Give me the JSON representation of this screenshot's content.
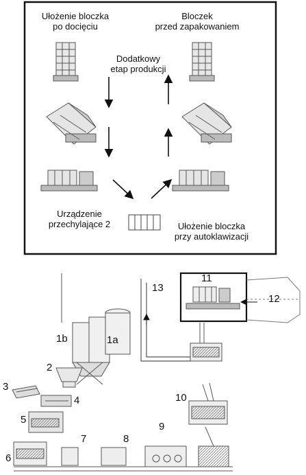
{
  "inset": {
    "label_after_cutting_l1": "Ułożenie bloczka",
    "label_after_cutting_l2": "po docięciu",
    "label_before_packing_l1": "Bloczek",
    "label_before_packing_l2": "przed zapakowaniem",
    "label_extra_stage_l1": "Dodatkowy",
    "label_extra_stage_l2": "etap produkcji",
    "label_tilting_l1": "Urządzenie",
    "label_tilting_l2": "przechylające 2",
    "label_autoclave_l1": "Ułożenie bloczka",
    "label_autoclave_l2": "przy autoklawizacji"
  },
  "plant": {
    "numbers": [
      "1b",
      "1a",
      "2",
      "3",
      "4",
      "5",
      "6",
      "7",
      "8",
      "9",
      "10",
      "11",
      "12",
      "13"
    ]
  }
}
